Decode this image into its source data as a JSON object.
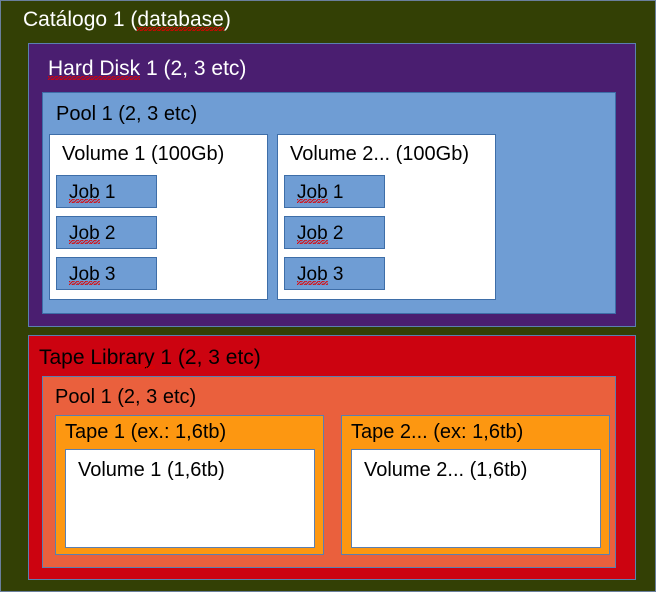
{
  "diagram": {
    "catalog": {
      "title_prefix": "Catálogo 1 (",
      "title_misspelled": "database",
      "title_suffix": ")",
      "color": "#334005"
    },
    "hard_disk": {
      "title_prefix": "",
      "title_misspelled": "Hard Disk",
      "title_suffix": " 1 (2, 3 etc)",
      "color": "#4a1e70",
      "pool": {
        "title": "Pool 1 (2, 3 etc)",
        "color": "#6f9dd4",
        "volumes": [
          {
            "title": "Volume 1 (100Gb)",
            "jobs": [
              {
                "misspelled": "Job",
                "suffix": " 1"
              },
              {
                "misspelled": "Job",
                "suffix": " 2"
              },
              {
                "misspelled": "Job",
                "suffix": " 3"
              }
            ]
          },
          {
            "title": "Volume 2... (100Gb)",
            "jobs": [
              {
                "misspelled": "Job",
                "suffix": " 1"
              },
              {
                "misspelled": "Job",
                "suffix": " 2"
              },
              {
                "misspelled": "Job",
                "suffix": " 3"
              }
            ]
          }
        ]
      }
    },
    "tape_library": {
      "title_prefix": "Tape ",
      "title_misspelled": "Library",
      "title_suffix": " 1 (2, 3 etc)",
      "color": "#cc0310",
      "pool": {
        "title": "Pool 1 (2, 3 etc)",
        "color": "#ea603d",
        "tapes": [
          {
            "title": "Tape 1 (ex.: 1,6tb)",
            "color": "#fd9711",
            "volume": "Volume 1 (1,6tb)"
          },
          {
            "title": "Tape 2... (ex: 1,6tb)",
            "color": "#fd9711",
            "volume": "Volume 2... (1,6tb)"
          }
        ]
      }
    }
  }
}
